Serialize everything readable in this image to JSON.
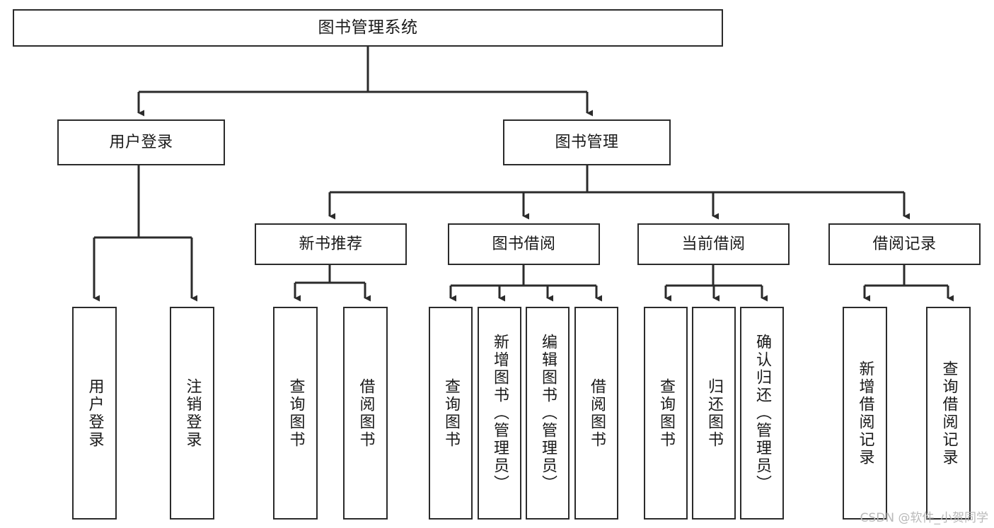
{
  "diagram": {
    "title": "图书管理系统",
    "type": "tree",
    "orientation": "top-down",
    "line_color": "#2b2b2b",
    "box_fill": "#ffffff",
    "text_color": "#1a1a1a",
    "nodes": {
      "root": {
        "label": "图书管理系统"
      },
      "level2": [
        {
          "id": "user-login",
          "label": "用户登录"
        },
        {
          "id": "book-manage",
          "label": "图书管理"
        }
      ],
      "level3": [
        {
          "id": "new-book-rec",
          "label": "新书推荐"
        },
        {
          "id": "book-borrow",
          "label": "图书借阅"
        },
        {
          "id": "current-borrow",
          "label": "当前借阅"
        },
        {
          "id": "borrow-record",
          "label": "借阅记录"
        }
      ],
      "leaves": {
        "user_login": [
          {
            "id": "leaf-user-login",
            "label": "用户登录"
          },
          {
            "id": "leaf-logout",
            "label": "注销登录"
          }
        ],
        "new_book_rec": [
          {
            "id": "leaf-query-book-1",
            "label": "查询图书"
          },
          {
            "id": "leaf-borrow-book-1",
            "label": "借阅图书"
          }
        ],
        "book_borrow": [
          {
            "id": "leaf-query-book-2",
            "label": "查询图书"
          },
          {
            "id": "leaf-add-book",
            "label": "新增图书（管理员）"
          },
          {
            "id": "leaf-edit-book",
            "label": "编辑图书（管理员）"
          },
          {
            "id": "leaf-borrow-book-2",
            "label": "借阅图书"
          }
        ],
        "current_borrow": [
          {
            "id": "leaf-query-book-3",
            "label": "查询图书"
          },
          {
            "id": "leaf-return-book",
            "label": "归还图书"
          },
          {
            "id": "leaf-confirm-return",
            "label": "确认归还（管理员）"
          }
        ],
        "borrow_record": [
          {
            "id": "leaf-add-record",
            "label": "新增借阅记录"
          },
          {
            "id": "leaf-query-record",
            "label": "查询借阅记录"
          }
        ]
      }
    },
    "edges": [
      {
        "from": "root",
        "to": "user-login"
      },
      {
        "from": "root",
        "to": "book-manage"
      },
      {
        "from": "book-manage",
        "to": "new-book-rec"
      },
      {
        "from": "book-manage",
        "to": "book-borrow"
      },
      {
        "from": "book-manage",
        "to": "current-borrow"
      },
      {
        "from": "book-manage",
        "to": "borrow-record"
      },
      {
        "from": "user-login",
        "to": "leaf-user-login"
      },
      {
        "from": "user-login",
        "to": "leaf-logout"
      },
      {
        "from": "new-book-rec",
        "to": "leaf-query-book-1"
      },
      {
        "from": "new-book-rec",
        "to": "leaf-borrow-book-1"
      },
      {
        "from": "book-borrow",
        "to": "leaf-query-book-2"
      },
      {
        "from": "book-borrow",
        "to": "leaf-add-book"
      },
      {
        "from": "book-borrow",
        "to": "leaf-edit-book"
      },
      {
        "from": "book-borrow",
        "to": "leaf-borrow-book-2"
      },
      {
        "from": "current-borrow",
        "to": "leaf-query-book-3"
      },
      {
        "from": "current-borrow",
        "to": "leaf-return-book"
      },
      {
        "from": "current-borrow",
        "to": "leaf-confirm-return"
      },
      {
        "from": "borrow-record",
        "to": "leaf-add-record"
      },
      {
        "from": "borrow-record",
        "to": "leaf-query-record"
      }
    ]
  },
  "watermark": {
    "text": "CSDN @软件_小贺同学"
  }
}
